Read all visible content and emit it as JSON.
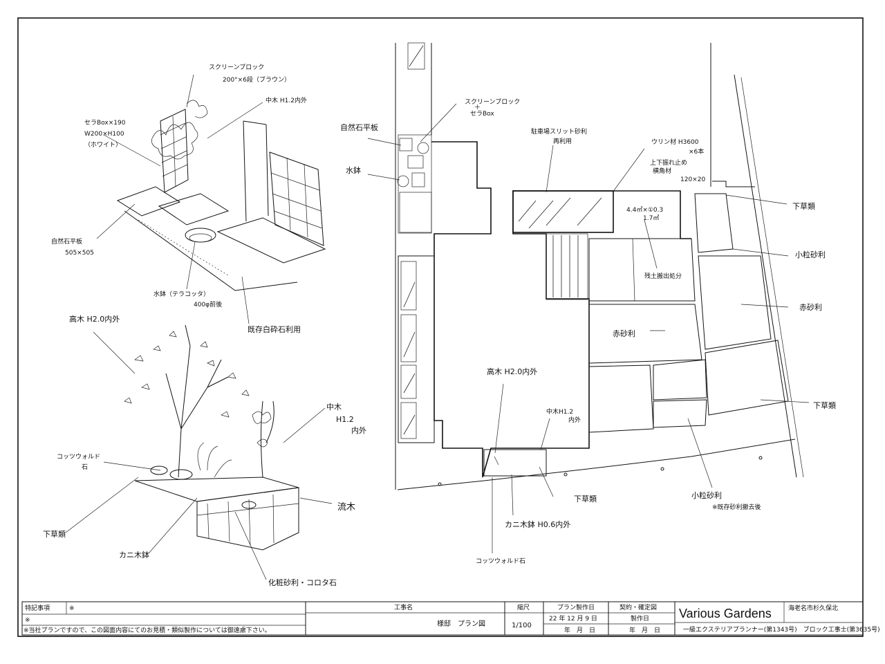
{
  "iso_top": {
    "screen_block": "スクリーンブロック",
    "screen_block_spec": "200°×6段（ブラウン）",
    "cera_box_1": "セラBox×190",
    "cera_box_2": "W200×H100",
    "cera_box_3": "（ホワイト）",
    "mid_tree": "中木 H1.2内外",
    "natural_stone": "自然石平板",
    "natural_stone_size": "505×505",
    "water_bowl": "水鉢（テラコッタ）",
    "water_bowl_size": "400φ前後",
    "existing_gravel": "既存白砕石利用"
  },
  "iso_bottom": {
    "tall_tree": "高木 H2.0内外",
    "mid_tree_1": "中木",
    "mid_tree_2": "H1.2",
    "mid_tree_3": "内外",
    "cotswold_1": "コッツウォルド",
    "cotswold_2": "石",
    "driftwood": "流木",
    "ground_cover": "下草類",
    "kanimochi": "カニ木鉢",
    "gravel": "化粧砂利・コロタ石"
  },
  "plan": {
    "screen_block": "スクリーンブロック",
    "plus": "＋",
    "cera_box": "セラBox",
    "natural_stone": "自然石平板",
    "water_bowl": "水鉢",
    "parking_slit_1": "駐車場スリット砂利",
    "parking_slit_2": "再利用",
    "urin_1": "ウリン材 H3600",
    "urin_2": "×6本",
    "urin_3": "上下振れ止め",
    "urin_4": "横角材",
    "urin_5": "120×20",
    "area_1": "4.4㎡×①0.3",
    "area_2": "1.7㎥",
    "soil_disposal": "残土搬出処分",
    "red_gravel_center": "赤砂利",
    "ground_cover_right": "下草類",
    "small_gravel_right": "小粒砂利",
    "red_gravel_right": "赤砂利",
    "ground_cover_lower_right": "下草類",
    "tall_tree": "高木 H2.0内外",
    "mid_tree_1": "中木H1.2",
    "mid_tree_2": "内外",
    "ground_cover_bottom": "下草類",
    "small_gravel_bottom": "小粒砂利",
    "existing_gravel_note": "※既存砂利撤去後",
    "kanimochi": "カニ木鉢 H0.6内外",
    "cotswold": "コッツウォルド石"
  },
  "title_block": {
    "special_notes_label": "特記事項",
    "special_notes_mark": "※",
    "notes_row2_mark": "※",
    "disclaimer": "※当社プランですので、この図面内容にてのお見積・類似製作については御遠慮下さい。",
    "project_label": "工事名",
    "project_value": "様邸　プラン図",
    "scale_label": "縮尺",
    "scale_value": "1/100",
    "plan_date_label": "プラン製作日",
    "plan_date_value": "22 年 12 月 9 日",
    "plan_date_blank": "年　月　日",
    "confirmed_label": "契約・確定図",
    "made_label": "製作日",
    "made_blank": "年　月　日",
    "company": "Various Gardens",
    "address": "海老名市杉久保北",
    "licenses": "一級エクステリアプランナー(第1343号)　ブロック工事士(第3635号)"
  }
}
